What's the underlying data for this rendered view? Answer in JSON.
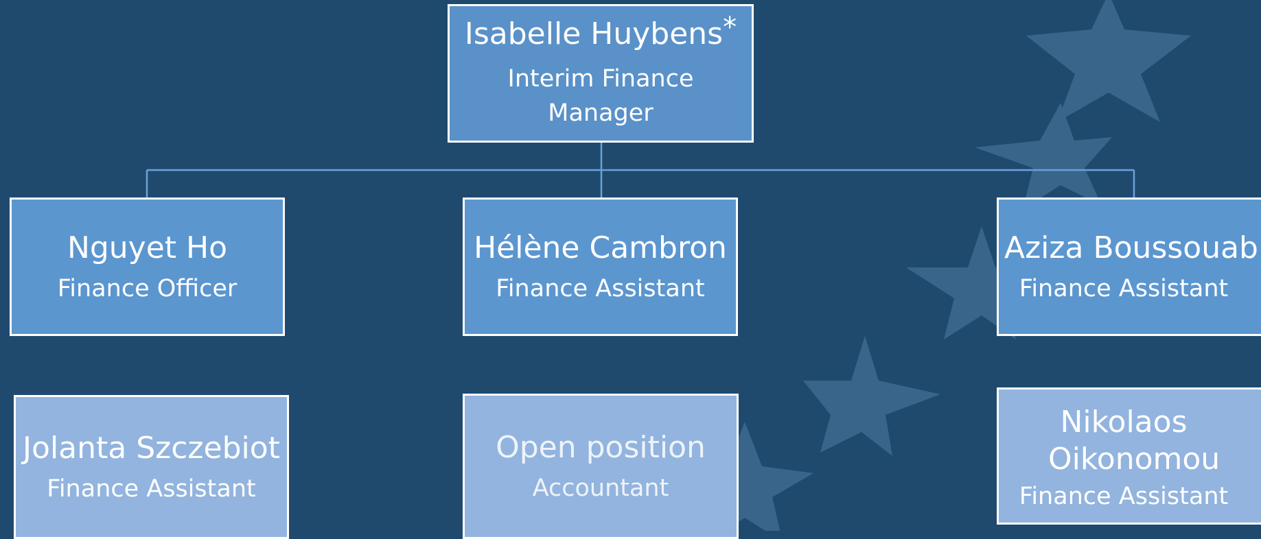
{
  "theme": {
    "background": "#1f4a6e",
    "box_fill": "#5b96cf",
    "box_fill_light": "#92b4de",
    "connector": "#6aa2d8",
    "star": "#3f6a91"
  },
  "top": {
    "name": "Isabelle Huybens",
    "asterisk": "*",
    "role": "Interim Finance Manager"
  },
  "row1": [
    {
      "name": "Nguyet Ho",
      "role": "Finance Officer"
    },
    {
      "name": "Hélène Cambron",
      "role": "Finance Assistant"
    },
    {
      "name": "Aziza Boussouab",
      "role": "Finance Assistant"
    }
  ],
  "row2": [
    {
      "name": "Jolanta Szczebiot",
      "role": "Finance Assistant"
    },
    {
      "name": "Open position",
      "role": "Accountant"
    },
    {
      "name": "Nikolaos Oikonomou",
      "role": "Finance Assistant"
    }
  ]
}
